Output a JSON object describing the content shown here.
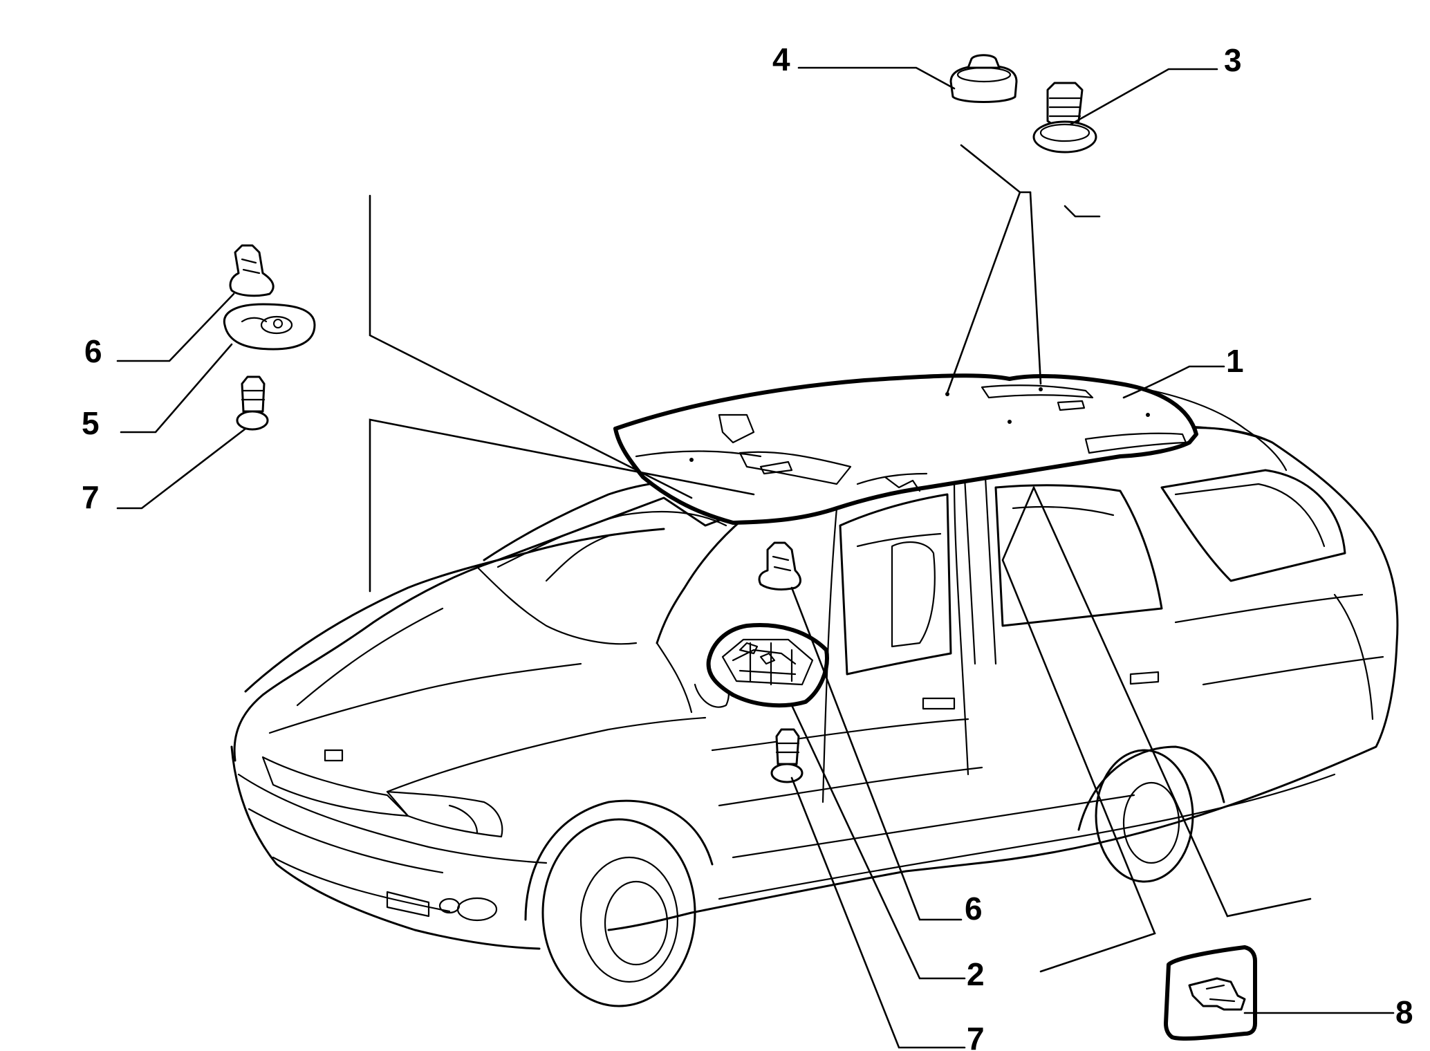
{
  "callouts": [
    {
      "id": "c1",
      "label": "1"
    },
    {
      "id": "c2",
      "label": "2"
    },
    {
      "id": "c3",
      "label": "3"
    },
    {
      "id": "c4",
      "label": "4"
    },
    {
      "id": "c5",
      "label": "5"
    },
    {
      "id": "c6a",
      "label": "6"
    },
    {
      "id": "c6b",
      "label": "6"
    },
    {
      "id": "c7a",
      "label": "7"
    },
    {
      "id": "c7b",
      "label": "7"
    },
    {
      "id": "c8",
      "label": "8"
    }
  ]
}
